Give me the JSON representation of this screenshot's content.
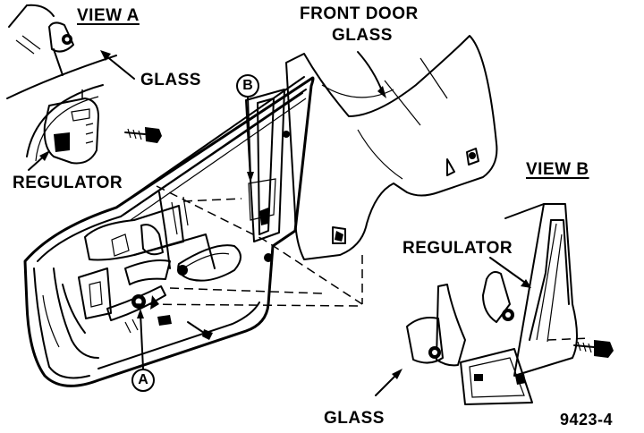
{
  "labels": {
    "view_a": "VIEW A",
    "view_b": "VIEW B",
    "front_door_glass_line1": "FRONT DOOR",
    "front_door_glass_line2": "GLASS",
    "glass_top": "GLASS",
    "glass_bottom": "GLASS",
    "regulator_left": "REGULATOR",
    "regulator_right": "REGULATOR",
    "callout_a": "A",
    "callout_b": "B",
    "figure_number": "9423-4"
  }
}
